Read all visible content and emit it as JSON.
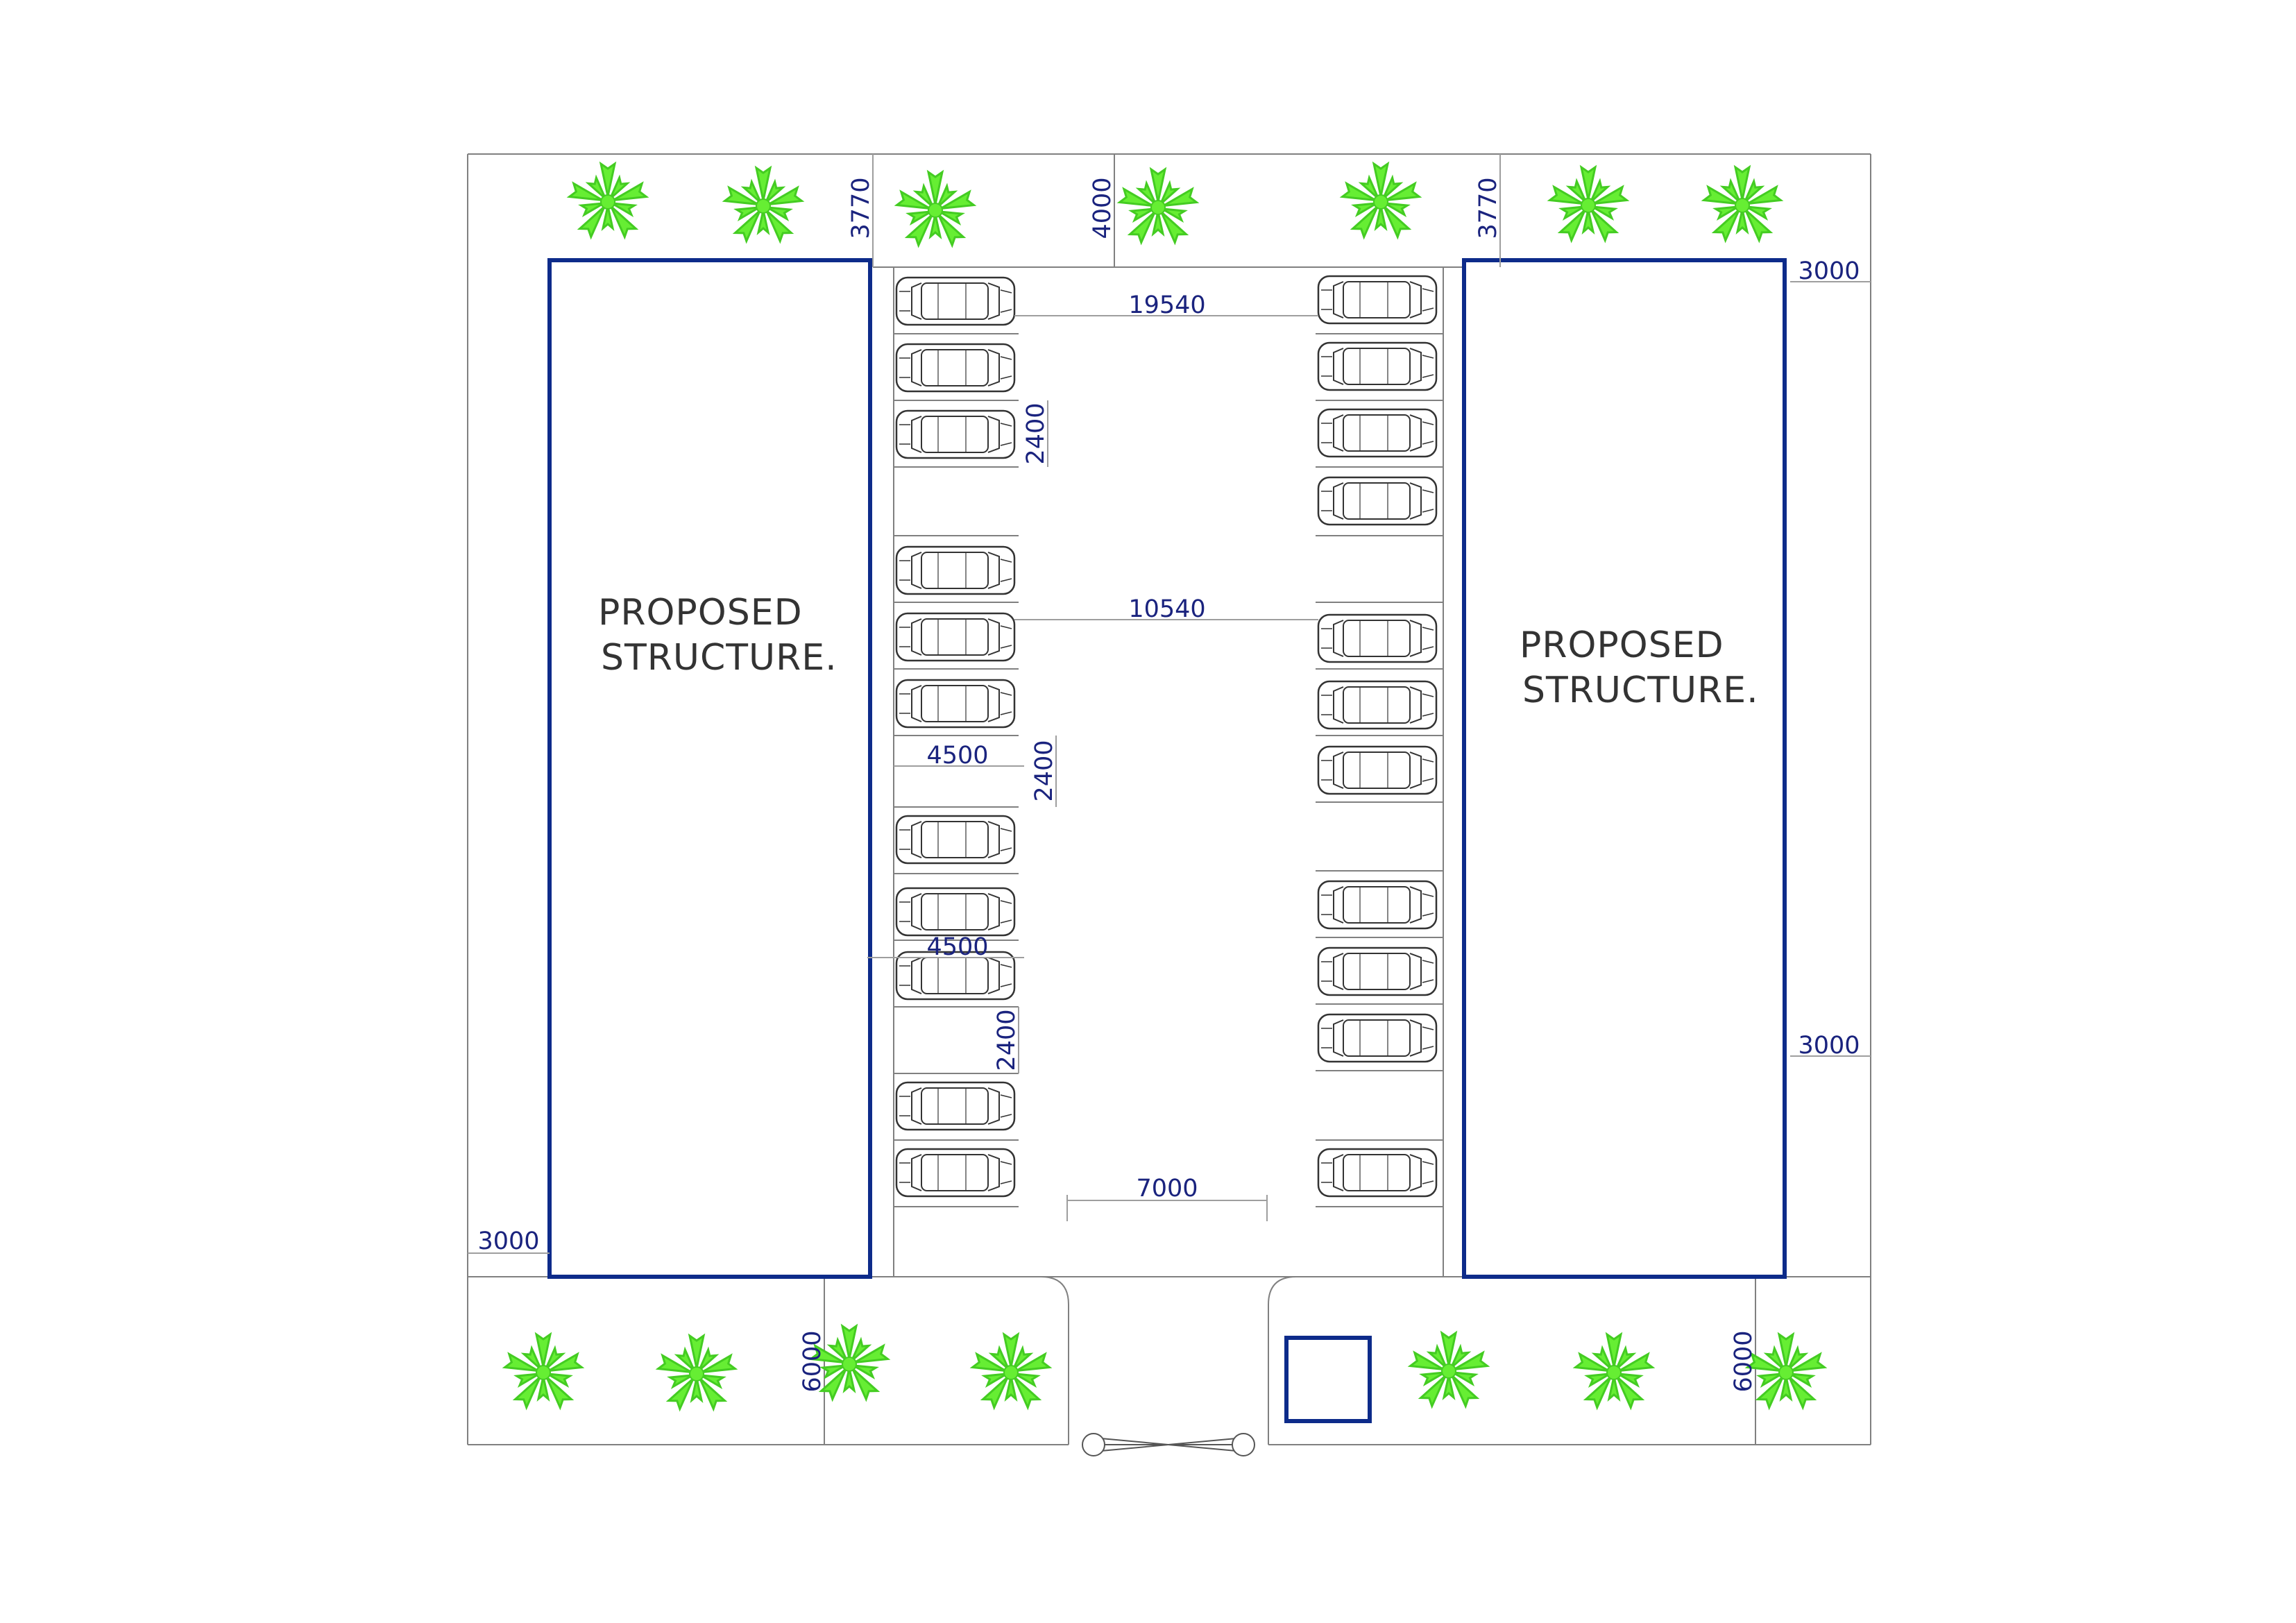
{
  "colors": {
    "building_outline": "#0d2b8a",
    "dimension_text": "#1a237e",
    "tree": "#66ee33",
    "line": "#808080"
  },
  "icons": {
    "tree": "tree-icon",
    "car": "car-icon",
    "gate": "gate-icon",
    "guard_box": "square-box-icon"
  },
  "buildings": [
    {
      "line1": "PROPOSED",
      "line2": "STRUCTURE."
    },
    {
      "line1": "PROPOSED",
      "line2": "STRUCTURE."
    }
  ],
  "dimensions": {
    "top_left_setback": "3770",
    "top_center_setback": "4000",
    "top_right_setback": "3770",
    "right_setback_top": "3000",
    "right_setback_bottom": "3000",
    "left_setback": "3000",
    "bottom_left_setback": "6000",
    "bottom_right_setback": "6000",
    "aisle_width_top": "19540",
    "aisle_width_middle": "10540",
    "gate_width": "7000",
    "bay_length_1": "4500",
    "bay_length_2": "4500",
    "bay_width_1": "2400",
    "bay_width_2": "2400",
    "bay_width_3": "2400"
  }
}
